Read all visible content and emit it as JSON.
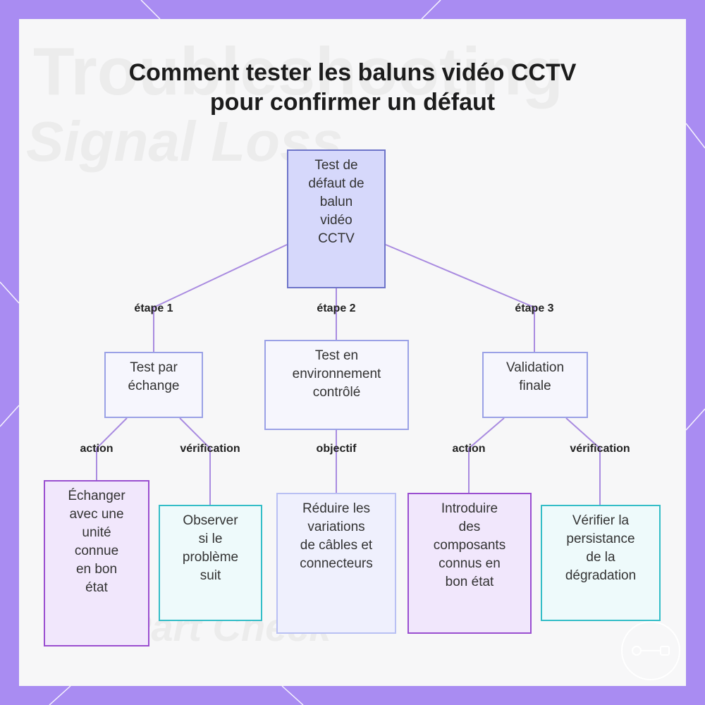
{
  "title": {
    "line1": "Comment tester les baluns vidéo CCTV",
    "line2": "pour confirmer un défaut"
  },
  "watermark": {
    "line1": "Troubleshooting",
    "line2": "Signal Loss",
    "line3": "Part Check"
  },
  "nodes": {
    "root": "Test de\ndéfaut de\nbalun\nvidéo\nCCTV",
    "step1": "Test par\néchange",
    "step2": "Test en\nenvironnement\ncontrôlé",
    "step3": "Validation\nfinale",
    "leaf1": "Échanger\navec une\nunité\nconnue\nen bon\nétat",
    "leaf2": "Observer\nsi le\nproblème\nsuit",
    "leaf3": "Réduire les\nvariations\nde câbles et\nconnecteurs",
    "leaf4": "Introduire\ndes\ncomposants\nconnus en\nbon état",
    "leaf5": "Vérifier la\npersistance\nde la\ndégradation"
  },
  "edge_labels": {
    "e1": "étape 1",
    "e2": "étape 2",
    "e3": "étape 3",
    "e4": "action",
    "e5": "vérification",
    "e6": "objectif",
    "e7": "action",
    "e8": "vérification"
  },
  "colors": {
    "frame": "#a98cf2",
    "root_fill": "#d6d8fb",
    "edge": "#a98be0",
    "action_border": "#9a4ed0",
    "verify_border": "#34bdc7"
  },
  "icons": {
    "logo": "logo-badge-icon"
  }
}
